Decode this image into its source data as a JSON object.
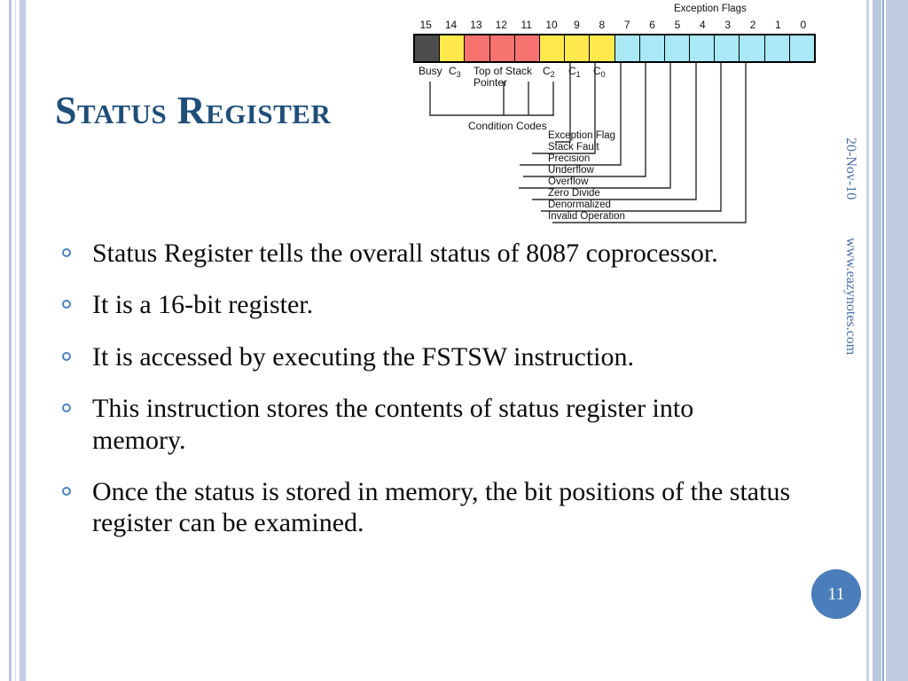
{
  "slide": {
    "title": "Status Register",
    "page_number": "11",
    "side_date": "20-Nov-10",
    "side_url": "www.eazynotes.com",
    "accent_color": "#1f4e79",
    "bullet_color": "#4f81bd",
    "badge_color": "#4a7ebb"
  },
  "bullets": [
    "Status Register tells the overall status of 8087 coprocessor.",
    "It is a 16-bit register.",
    "It is accessed by executing the FSTSW instruction.",
    "This instruction stores the contents of status register into memory.",
    "Once the status is stored in memory, the bit positions of the status register can be examined."
  ],
  "diagram": {
    "exception_flags_title": "Exception Flags",
    "condition_codes_label": "Condition Codes",
    "bit_numbers": [
      "15",
      "14",
      "13",
      "12",
      "11",
      "10",
      "9",
      "8",
      "7",
      "6",
      "5",
      "4",
      "3",
      "2",
      "1",
      "0"
    ],
    "cell_colors": [
      "#4d4d4d",
      "#ffe94d",
      "#f7736f",
      "#f7736f",
      "#f7736f",
      "#ffe94d",
      "#ffe94d",
      "#ffe94d",
      "#a9e8f5",
      "#a9e8f5",
      "#a9e8f5",
      "#a9e8f5",
      "#a9e8f5",
      "#a9e8f5",
      "#a9e8f5",
      "#a9e8f5"
    ],
    "field_labels": [
      {
        "text": "Busy",
        "sub": ""
      },
      {
        "text": "C",
        "sub": "3"
      },
      {
        "text": "Top of Stack Pointer",
        "sub": ""
      },
      {
        "text": "C",
        "sub": "2"
      },
      {
        "text": "C",
        "sub": "1"
      },
      {
        "text": "C",
        "sub": "0"
      }
    ],
    "exception_labels": [
      "Exception Flag",
      "Stack Fault",
      "Precision",
      "Underflow",
      "Overflow",
      "Zero Divide",
      "Denormalized",
      "Invalid Operation"
    ]
  }
}
